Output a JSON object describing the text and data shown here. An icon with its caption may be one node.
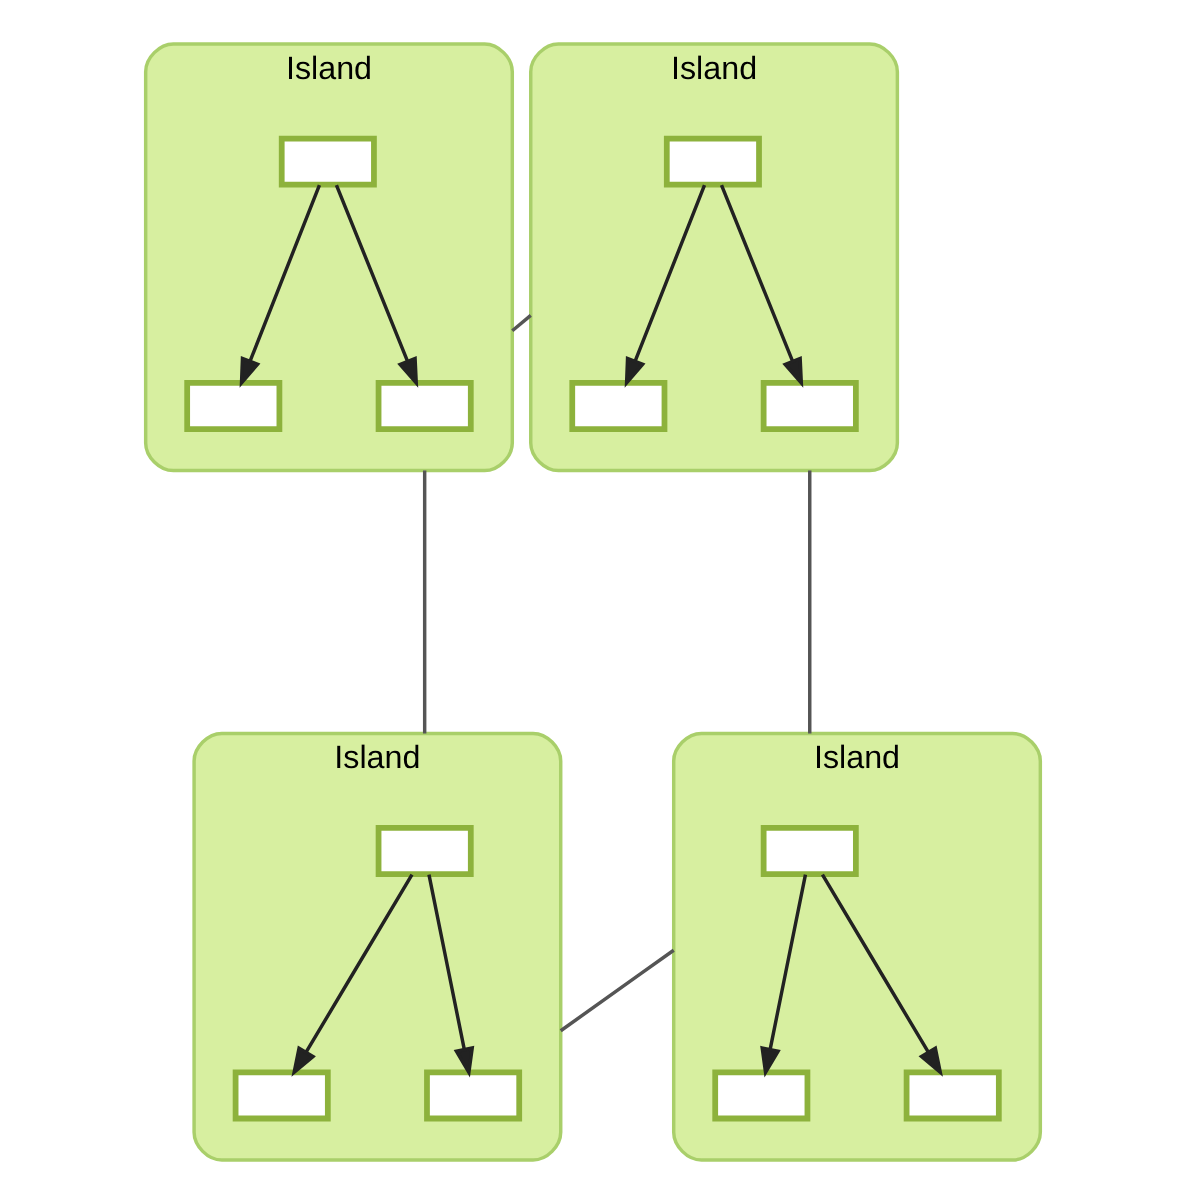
{
  "diagram": {
    "nodes": [
      {
        "text": [
          "Island"
        ]
      },
      {
        "text": [],
        "shape": "box",
        "in": 0
      },
      {
        "text": [],
        "shape": "box",
        "in": 0
      },
      {
        "text": [],
        "shape": "box",
        "in": 0
      },
      {
        "text": [
          "Island"
        ]
      },
      {
        "text": [],
        "shape": "box",
        "in": 4
      },
      {
        "text": [],
        "shape": "box",
        "in": 4
      },
      {
        "text": [],
        "shape": "box",
        "in": 4
      },
      {
        "text": [
          "Island"
        ]
      },
      {
        "text": [],
        "shape": "box",
        "in": 8
      },
      {
        "text": [],
        "shape": "box",
        "in": 8
      },
      {
        "text": [],
        "shape": "box",
        "in": 8
      },
      {
        "text": [
          "Island"
        ]
      },
      {
        "text": [],
        "shape": "box",
        "in": 12
      },
      {
        "text": [],
        "shape": "box",
        "in": 12
      },
      {
        "text": [],
        "shape": "box",
        "in": 12
      }
    ],
    "edges": [
      {
        "from": 1,
        "to": 2,
        "arrow": "to"
      },
      {
        "from": 1,
        "to": 3,
        "arrow": "to"
      },
      {
        "from": 5,
        "to": 6,
        "arrow": "to"
      },
      {
        "from": 5,
        "to": 7,
        "arrow": "to"
      },
      {
        "from": 9,
        "to": 10,
        "arrow": "to"
      },
      {
        "from": 9,
        "to": 11,
        "arrow": "to"
      },
      {
        "from": 13,
        "to": 14,
        "arrow": "to"
      },
      {
        "from": 13,
        "to": 15,
        "arrow": "to"
      },
      {
        "from": 0,
        "to": 4,
        "arrow": "none"
      },
      {
        "from": 0,
        "to": 8,
        "arrow": "none"
      },
      {
        "from": 4,
        "to": 12,
        "arrow": "none"
      },
      {
        "from": 8,
        "to": 12,
        "arrow": "none"
      }
    ]
  }
}
